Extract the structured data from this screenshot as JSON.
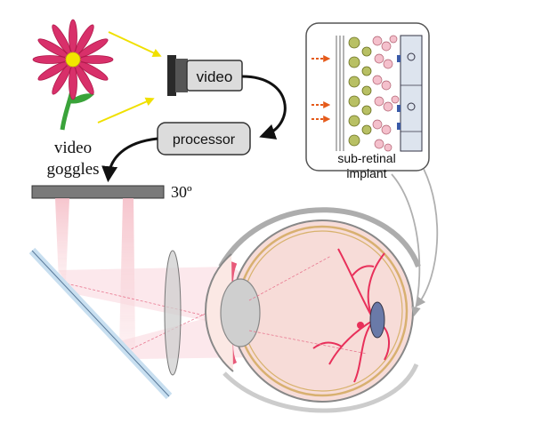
{
  "labels": {
    "video": "video",
    "processor": "processor",
    "goggles_line1": "video",
    "goggles_line2": "goggles",
    "angle": "30º",
    "implant_line1": "sub-retinal",
    "implant_line2": "implant"
  },
  "colors": {
    "flower_petal": "#d8306a",
    "flower_center": "#f2e600",
    "stem": "#3aa33a",
    "yellow_arrow": "#f0e000",
    "box_fill": "#dcdcdc",
    "screen_fill": "#7a7a7a",
    "beam": "#f6c4cc",
    "eye_fill": "#f7dcd8",
    "vessel": "#e8305a",
    "lens": "#c9c9c9",
    "mirror": "#c8dff0",
    "orange_arrow": "#e55a1a"
  }
}
